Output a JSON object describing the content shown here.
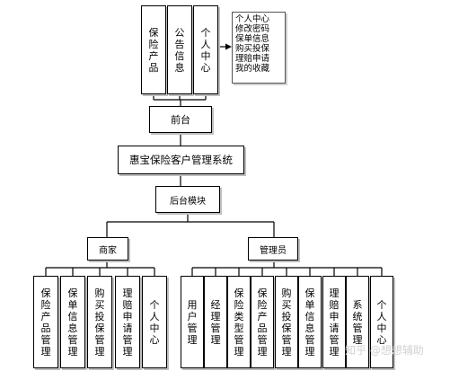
{
  "top_modules": [
    "保险产品",
    "公告信息",
    "个人中心"
  ],
  "personal_center_note": [
    "个人中心",
    "修改密码",
    "保单信息",
    "购买投保",
    "理赔申请",
    "我的收藏"
  ],
  "frontend": "前台",
  "system_name": "惠宝保险客户管理系统",
  "backend": "后台模块",
  "roles": {
    "merchant": {
      "label": "商家",
      "modules": [
        "保险产品管理",
        "保单信息管理",
        "购买投保管理",
        "理赔申请管理",
        "个人中心"
      ]
    },
    "admin": {
      "label": "管理员",
      "modules": [
        "用户管理",
        "经理管理",
        "保险类型管理",
        "保险产品管理",
        "购买投保管理",
        "保单信息管理",
        "理赔申请管理",
        "系统管理",
        "个人中心"
      ]
    }
  },
  "watermark": "知乎 @想想辅助"
}
